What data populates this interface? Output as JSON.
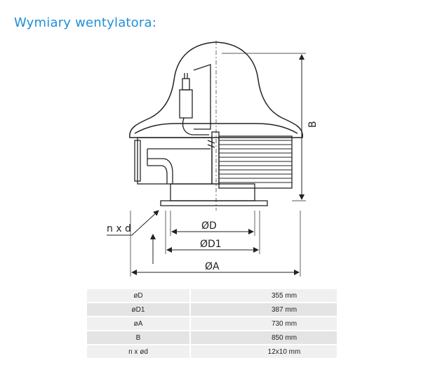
{
  "heading": "Wymiary wentylatora:",
  "drawing": {
    "labels": {
      "nxd": "n x d",
      "D": "ØD",
      "D1": "ØD1",
      "A": "ØA",
      "B": "B"
    }
  },
  "specs": [
    {
      "name": "øD",
      "value": "355 mm"
    },
    {
      "name": "øD1",
      "value": "387 mm"
    },
    {
      "name": "øA",
      "value": "730 mm"
    },
    {
      "name": "B",
      "value": "850 mm"
    },
    {
      "name": "n x ød",
      "value": "12x10 mm"
    }
  ]
}
